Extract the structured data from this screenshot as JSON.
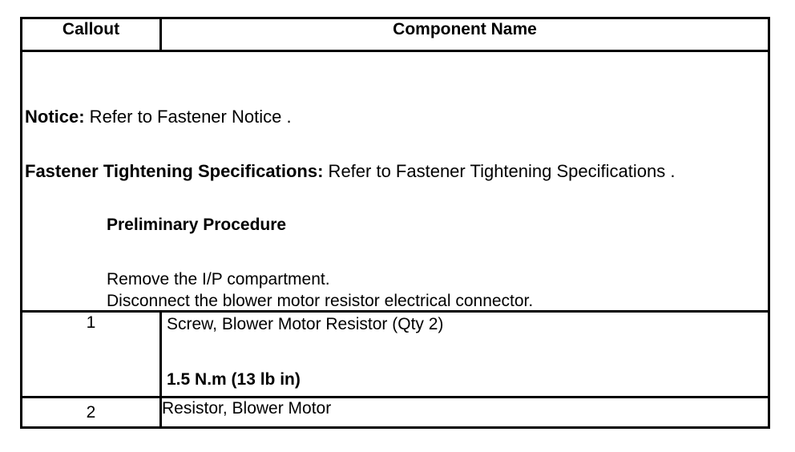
{
  "table": {
    "headers": {
      "callout": "Callout",
      "component": "Component Name"
    },
    "notice_block": {
      "notice_label": "Notice:",
      "notice_text": " Refer to Fastener Notice .",
      "fastener_label": "Fastener Tightening Specifications:",
      "fastener_text": " Refer to Fastener Tightening Specifications .",
      "preliminary_heading": "Preliminary Procedure",
      "preliminary_steps": [
        "Remove the I/P compartment.",
        "Disconnect the blower motor resistor electrical connector."
      ]
    },
    "rows": [
      {
        "callout": "1",
        "component": "Screw, Blower Motor Resistor (Qty 2)",
        "torque": "1.5 N.m (13 lb in)"
      },
      {
        "callout": "2",
        "component": "Resistor, Blower Motor",
        "torque": ""
      }
    ]
  },
  "colors": {
    "border": "#000000",
    "background": "#ffffff",
    "text": "#000000"
  }
}
